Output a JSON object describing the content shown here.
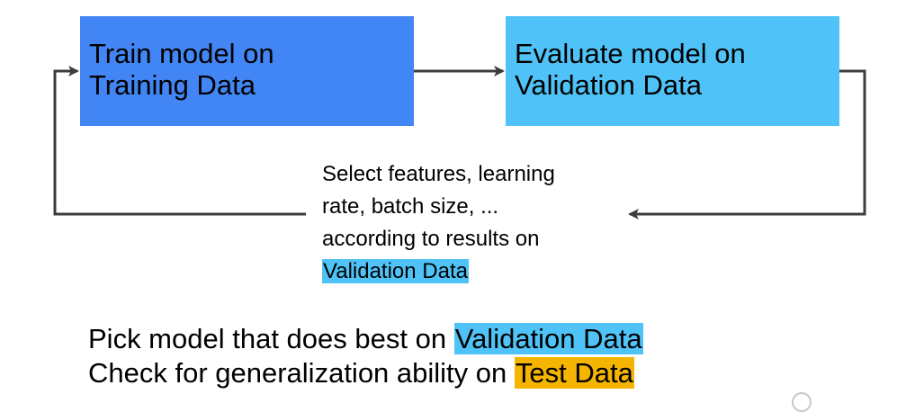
{
  "boxes": {
    "train": {
      "line1": "Train model on",
      "line2": "Training Data",
      "color": "#4285f4"
    },
    "evaluate": {
      "line1": "Evaluate model on",
      "line2": "Validation Data",
      "color": "#4fc3f7"
    }
  },
  "feedback_note": {
    "line1": "Select features,  learning",
    "line2": "rate, batch size, ...",
    "line3": "according to results on",
    "highlight": "Validation Data",
    "highlight_color": "#4fc3f7"
  },
  "summary": {
    "line1_prefix": "Pick model that does best on ",
    "line1_highlight": "Validation Data",
    "line2_prefix": "Check for generalization ability on ",
    "line2_highlight": "Test Data",
    "highlight_colors": {
      "validation": "#4fc3f7",
      "test": "#f5b400"
    }
  },
  "colors": {
    "arrow": "#3c3c3c"
  }
}
